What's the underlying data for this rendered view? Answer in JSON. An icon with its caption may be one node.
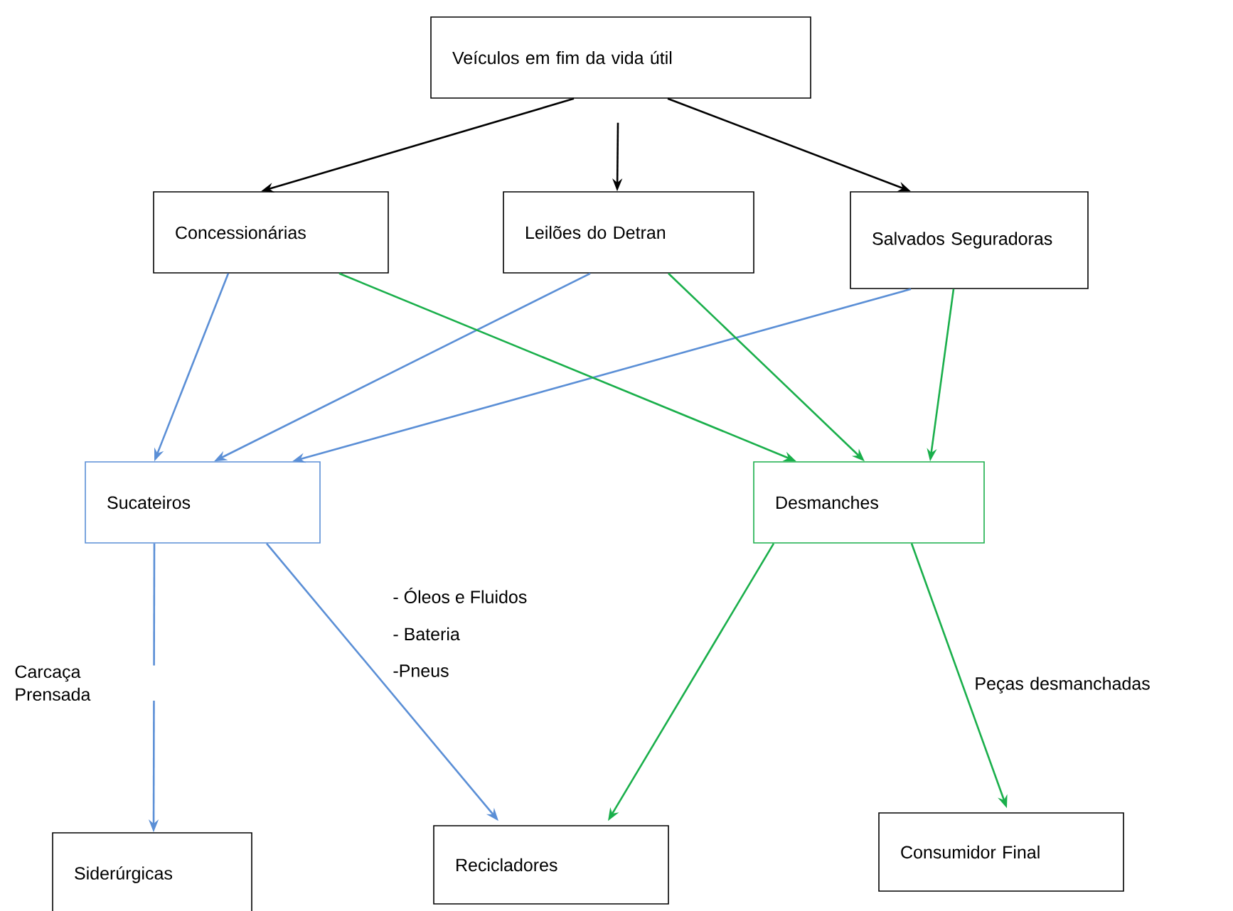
{
  "diagram": {
    "nodes": [
      {
        "text": [
          "Veículos em fim da vida útil"
        ]
      },
      {
        "text": [
          "Concessionárias"
        ]
      },
      {
        "text": [
          "Leilões do Detran"
        ]
      },
      {
        "text": [
          "Salvados Seguradoras"
        ]
      },
      {
        "text": [
          "Sucateiros"
        ]
      },
      {
        "text": [
          "Desmanches"
        ]
      },
      {
        "text": [
          "Siderúrgicas"
        ]
      },
      {
        "text": [
          "Recicladores"
        ]
      },
      {
        "text": [
          "Consumidor Final"
        ]
      }
    ],
    "edges": [
      {
        "from": 0,
        "to": 1,
        "arrow": "to",
        "color": "#000000"
      },
      {
        "from": 0,
        "to": 2,
        "arrow": "to",
        "color": "#000000"
      },
      {
        "from": 0,
        "to": 3,
        "arrow": "to",
        "color": "#000000"
      },
      {
        "from": 1,
        "to": 4,
        "arrow": "to",
        "color": "#5b8fd6"
      },
      {
        "from": 2,
        "to": 4,
        "arrow": "to",
        "color": "#5b8fd6"
      },
      {
        "from": 3,
        "to": 4,
        "arrow": "to",
        "color": "#5b8fd6"
      },
      {
        "from": 1,
        "to": 5,
        "arrow": "to",
        "color": "#1aaf4b"
      },
      {
        "from": 2,
        "to": 5,
        "arrow": "to",
        "color": "#1aaf4b"
      },
      {
        "from": 3,
        "to": 5,
        "arrow": "to",
        "color": "#1aaf4b"
      },
      {
        "from": 4,
        "to": 6,
        "arrow": "to",
        "color": "#5b8fd6",
        "label": "Carcaça Prensada"
      },
      {
        "from": 4,
        "to": 7,
        "arrow": "to",
        "color": "#5b8fd6"
      },
      {
        "from": 5,
        "to": 7,
        "arrow": "to",
        "color": "#1aaf4b"
      },
      {
        "from": 5,
        "to": 8,
        "arrow": "to",
        "color": "#1aaf4b",
        "label": "Peças desmanchadas"
      }
    ],
    "labels": [
      "- Óleos e Fluidos",
      "- Bateria",
      "-Pneus"
    ]
  }
}
